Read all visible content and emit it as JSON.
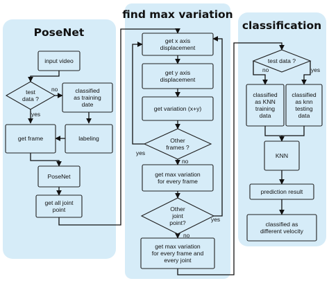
{
  "panels": {
    "posenet": {
      "title": "PoseNet"
    },
    "variation": {
      "title": "find max variation"
    },
    "classification": {
      "title": "classification"
    }
  },
  "nodes": {
    "input_video": {
      "lines": [
        "input video"
      ]
    },
    "test_data_1": {
      "lines": [
        "test",
        "data ?"
      ]
    },
    "classified_training_date": {
      "lines": [
        "classified",
        "as training",
        "date"
      ]
    },
    "get_frame": {
      "lines": [
        "get frame"
      ]
    },
    "labeling": {
      "lines": [
        "labeling"
      ]
    },
    "posenet_step": {
      "lines": [
        "PoseNet"
      ]
    },
    "get_all_joint": {
      "lines": [
        "get all joint",
        "point"
      ]
    },
    "get_x_disp": {
      "lines": [
        "get x axis",
        "displacement"
      ]
    },
    "get_y_disp": {
      "lines": [
        "get y axis",
        "displacement"
      ]
    },
    "get_variation": {
      "lines": [
        "get variation (x+y)"
      ]
    },
    "other_frames": {
      "lines": [
        "Other",
        "frames ?"
      ]
    },
    "max_var_frame": {
      "lines": [
        "get max variation",
        "for every frame"
      ]
    },
    "other_joint": {
      "lines": [
        "Other",
        "joint",
        "point?"
      ]
    },
    "max_var_frame_joint": {
      "lines": [
        "get max variation",
        "for every frame and",
        "every joint"
      ]
    },
    "test_data_2": {
      "lines": [
        "test data ?"
      ]
    },
    "knn_training": {
      "lines": [
        "classified",
        "as KNN",
        "training",
        "data"
      ]
    },
    "knn_testing": {
      "lines": [
        "classified",
        "as knn",
        "testing",
        "data"
      ]
    },
    "knn": {
      "lines": [
        "KNN"
      ]
    },
    "prediction": {
      "lines": [
        "prediction result"
      ]
    },
    "different_velocity": {
      "lines": [
        "classified as",
        "different velocity"
      ]
    }
  },
  "edge_labels": {
    "no_1": "no",
    "yes_1": "yes",
    "yes_2": "yes",
    "no_2": "no",
    "yes_3": "yes",
    "no_3": "no",
    "no_4": "no",
    "yes_4": "yes"
  },
  "colors": {
    "panel": "#d6ecf8",
    "node_fill": "#d6ecf8",
    "stroke": "#111111"
  }
}
